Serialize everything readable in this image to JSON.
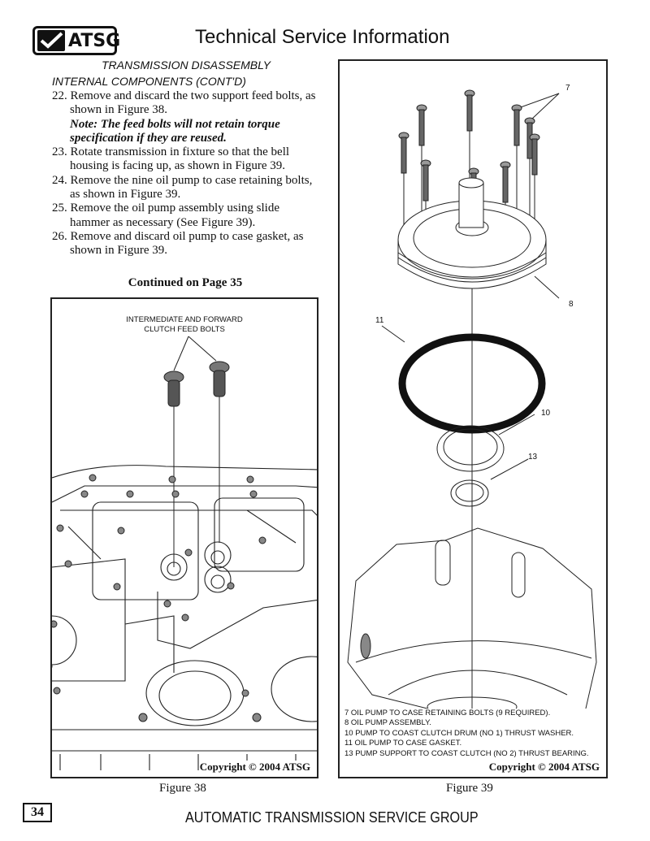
{
  "header": {
    "logo_text": "ATSG",
    "title": "Technical Service Information"
  },
  "section": {
    "heading": "TRANSMISSION DISASSEMBLY",
    "subheading": "INTERNAL COMPONENTS (CONT'D)"
  },
  "steps": [
    {
      "text": "22. Remove and discard the two support feed bolts, as shown in Figure 38.",
      "note": "Note: The feed bolts will not retain torque specification if they are reused."
    },
    {
      "text": "23. Rotate transmission in fixture so that the bell housing is facing up, as shown in Figure 39."
    },
    {
      "text": "24. Remove the nine oil pump to case retaining bolts, as shown in Figure 39."
    },
    {
      "text": "25. Remove the oil pump assembly using slide hammer as necessary (See Figure 39)."
    },
    {
      "text": "26. Remove and discard oil pump to case gasket, as shown in Figure 39."
    }
  ],
  "continued": "Continued on Page 35",
  "figure38": {
    "label": "INTERMEDIATE AND FORWARD CLUTCH FEED BOLTS",
    "label_line1": "INTERMEDIATE AND FORWARD",
    "label_line2": "CLUTCH FEED BOLTS",
    "copyright": "Copyright © 2004 ATSG",
    "caption": "Figure 38"
  },
  "figure39": {
    "callouts": [
      "7",
      "8",
      "11",
      "10",
      "13"
    ],
    "legend": [
      " 7  OIL PUMP TO CASE RETAINING BOLTS  (9 REQUIRED).",
      " 8  OIL PUMP ASSEMBLY.",
      "10 PUMP TO COAST CLUTCH DRUM (NO 1) THRUST WASHER.",
      "11  OIL PUMP TO CASE GASKET.",
      "13 PUMP SUPPORT TO COAST CLUTCH (NO 2) THRUST BEARING."
    ],
    "copyright": "Copyright © 2004 ATSG",
    "caption": "Figure 39"
  },
  "footer": {
    "page_number": "34",
    "org": "AUTOMATIC TRANSMISSION SERVICE GROUP"
  }
}
